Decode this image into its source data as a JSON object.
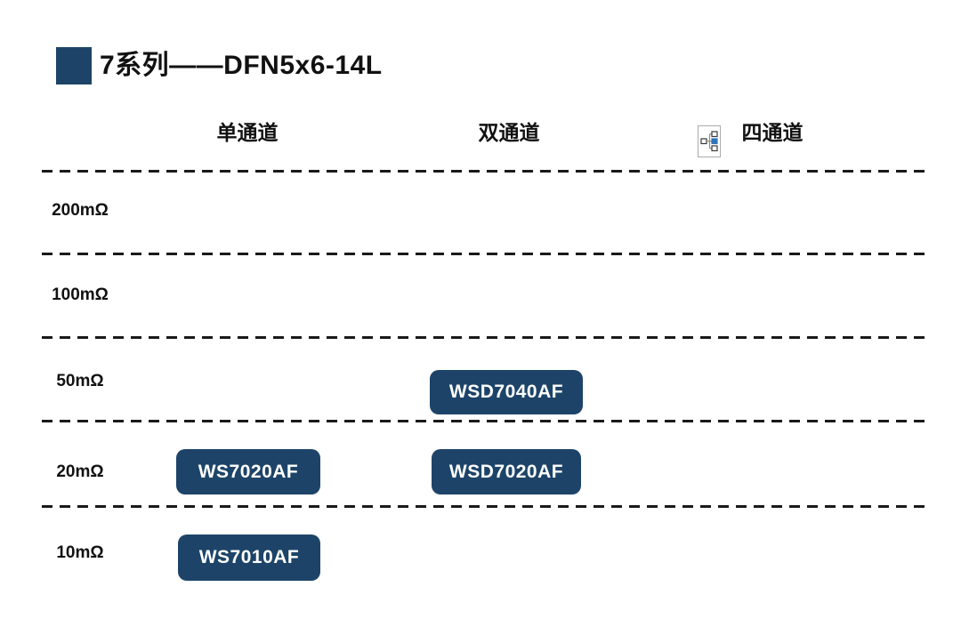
{
  "title": {
    "text": "7系列——DFN5x6-14L"
  },
  "colors": {
    "accent": "#1d4468",
    "chip_text": "#ffffff",
    "grid_line": "#1a1a1a",
    "icon_blue": "#2e75b6",
    "icon_border": "#ababab",
    "background": "#ffffff"
  },
  "icons": {
    "quad_header_icon": "org-chart-placeholder-icon"
  },
  "chart_data": {
    "type": "table",
    "title": "7系列——DFN5x6-14L",
    "columns": [
      "单通道",
      "双通道",
      "四通道"
    ],
    "row_labels": [
      "200mΩ",
      "100mΩ",
      "50mΩ",
      "20mΩ",
      "10mΩ"
    ],
    "cells": [
      {
        "row": "50mΩ",
        "column": "双通道",
        "value": "WSD7040AF"
      },
      {
        "row": "20mΩ",
        "column": "单通道",
        "value": "WS7020AF"
      },
      {
        "row": "20mΩ",
        "column": "双通道",
        "value": "WSD7020AF"
      },
      {
        "row": "10mΩ",
        "column": "单通道",
        "value": "WS7010AF"
      }
    ],
    "layout": {
      "grid": "dashed horizontal separators above each row",
      "legend": "none",
      "row_axis": "on-resistance",
      "column_axis": "channel count"
    }
  }
}
